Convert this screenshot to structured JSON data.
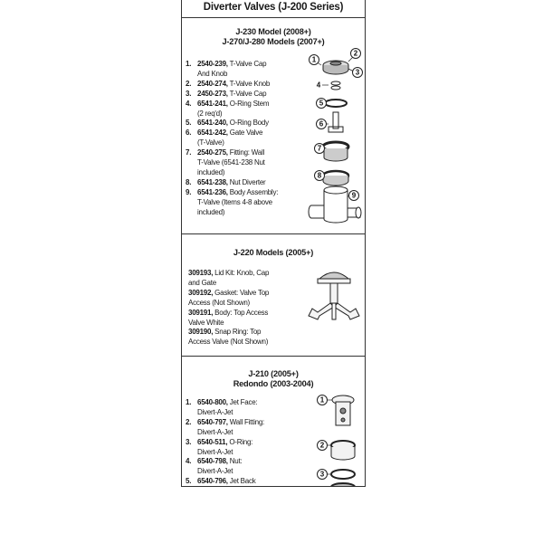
{
  "title": "Diverter Valves (J-200 Series)",
  "sections": [
    {
      "heading_lines": [
        "J-230 Model (2008+)",
        "J-270/J-280 Models (2007+)"
      ],
      "items": [
        {
          "num": "1.",
          "part": "2540-239,",
          "desc_lines": [
            "T-Valve Cap",
            "And Knob"
          ]
        },
        {
          "num": "2.",
          "part": "2540-274,",
          "desc_lines": [
            "T-Valve Knob"
          ]
        },
        {
          "num": "3.",
          "part": "2450-273,",
          "desc_lines": [
            "T-Valve Cap"
          ]
        },
        {
          "num": "4.",
          "part": "6541-241,",
          "desc_lines": [
            "O-Ring Stem",
            "(2 req'd)"
          ]
        },
        {
          "num": "5.",
          "part": "6541-240,",
          "desc_lines": [
            "O-Ring Body"
          ]
        },
        {
          "num": "6.",
          "part": "6541-242,",
          "desc_lines": [
            "Gate Valve",
            "(T-Valve)"
          ]
        },
        {
          "num": "7.",
          "part": "2540-275,",
          "desc_lines": [
            "Fitting: Wall",
            "T-Valve (6541-238 Nut",
            "included)"
          ]
        },
        {
          "num": "8.",
          "part": "6541-238,",
          "desc_lines": [
            "Nut Diverter"
          ]
        },
        {
          "num": "9.",
          "part": "6541-236,",
          "desc_lines": [
            "Body Assembly:",
            "T-Valve (Items 4-8 above",
            "included)"
          ]
        }
      ],
      "callouts": [
        "1",
        "2",
        "3",
        "4",
        "5",
        "6",
        "7",
        "8",
        "9"
      ]
    },
    {
      "heading_lines": [
        "J-220 Models (2005+)"
      ],
      "items": [
        {
          "part": "309193,",
          "desc_lines": [
            "Lid Kit: Knob, Cap",
            "and Gate"
          ]
        },
        {
          "part": "309192,",
          "desc_lines": [
            "Gasket: Valve Top",
            "Access (Not Shown)"
          ]
        },
        {
          "part": "309191,",
          "desc_lines": [
            "Body: Top Access",
            "Valve White"
          ]
        },
        {
          "part": "309190,",
          "desc_lines": [
            "Snap Ring: Top",
            "Access Valve (Not Shown)"
          ]
        }
      ]
    },
    {
      "heading_lines": [
        "J-210 (2005+)",
        "Redondo (2003-2004)"
      ],
      "items": [
        {
          "num": "1.",
          "part": "6540-800,",
          "desc_lines": [
            "Jet Face:",
            "Divert-A-Jet"
          ]
        },
        {
          "num": "2.",
          "part": "6540-797,",
          "desc_lines": [
            "Wall Fitting:",
            "Divert-A-Jet"
          ]
        },
        {
          "num": "3.",
          "part": "6540-511,",
          "desc_lines": [
            "O-Ring:",
            "Divert-A-Jet"
          ]
        },
        {
          "num": "4.",
          "part": "6540-798,",
          "desc_lines": [
            "Nut:",
            "Divert-A-Jet"
          ]
        },
        {
          "num": "5.",
          "part": "6540-796,",
          "desc_lines": [
            "Jet Back"
          ]
        }
      ],
      "callouts": [
        "1",
        "2",
        "3"
      ]
    }
  ]
}
